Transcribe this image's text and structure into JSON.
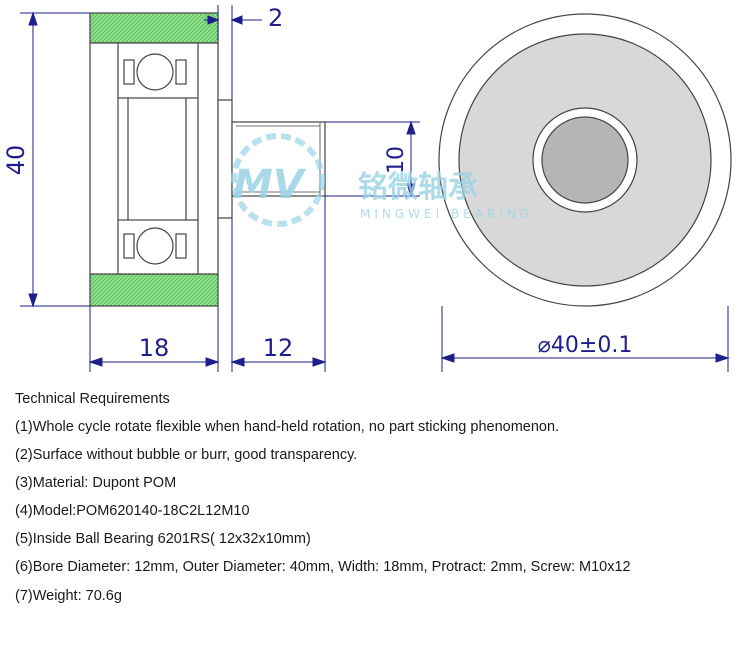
{
  "dimensions": {
    "protract": "2",
    "outer_height": "40",
    "shaft_diameter": "10",
    "width": "18",
    "screw_length": "12",
    "outer_diameter": "⌀40±0.1"
  },
  "watermark": {
    "logo": "MV",
    "brand_cn": "铭微轴承",
    "brand_en": "MINGWEI BEARING"
  },
  "requirements": {
    "heading": "Technical Requirements",
    "items": [
      "(1)Whole cycle rotate flexible when hand-held rotation, no part sticking phenomenon.",
      "(2)Surface without bubble or burr, good transparency.",
      "(3)Material: Dupont POM",
      "(4)Model:POM620140-18C2L12M10",
      "(5)Inside Ball Bearing 6201RS( 12x32x10mm)",
      "(6)Bore Diameter: 12mm, Outer Diameter: 40mm, Width: 18mm, Protract: 2mm, Screw: M10x12",
      "(7)Weight: 70.6g"
    ]
  },
  "colors": {
    "line": "#1e1e8c",
    "outline": "#444444",
    "pom_green": "#8fe08a",
    "watermark": "#9bd3e6"
  }
}
